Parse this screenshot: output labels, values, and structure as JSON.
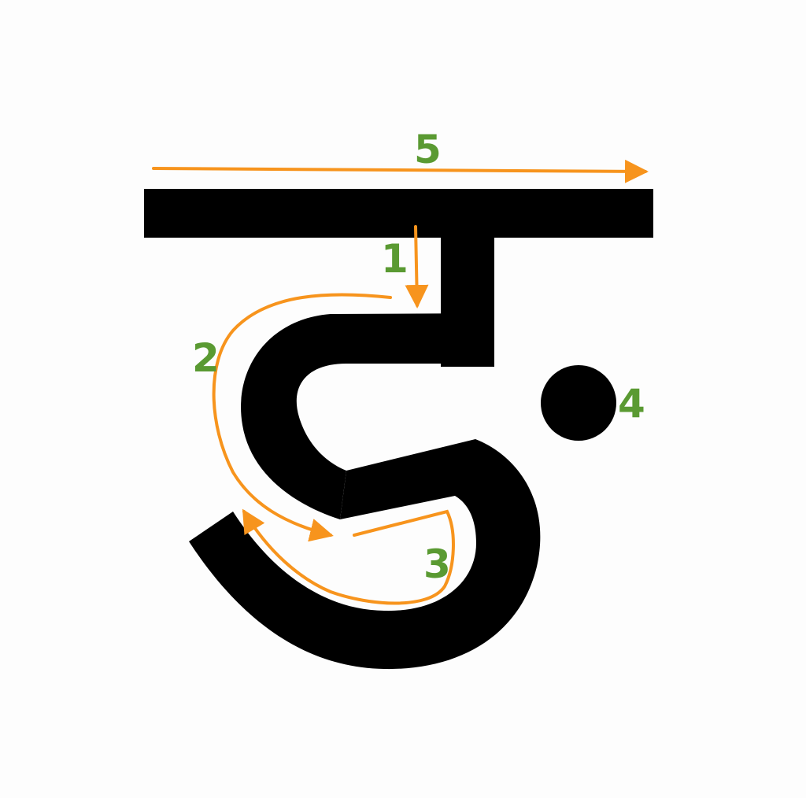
{
  "glyph": {
    "character": "ङ",
    "color": "#000000"
  },
  "strokes": {
    "color": "#f7941d",
    "steps": [
      {
        "label": "1",
        "direction": "down",
        "description_shown": false
      },
      {
        "label": "2",
        "direction": "curve",
        "description_shown": false
      },
      {
        "label": "3",
        "direction": "curve",
        "description_shown": false
      },
      {
        "label": "4",
        "direction": "dot",
        "description_shown": false
      },
      {
        "label": "5",
        "direction": "right",
        "description_shown": false
      }
    ]
  },
  "label_color": "#5a9a32"
}
